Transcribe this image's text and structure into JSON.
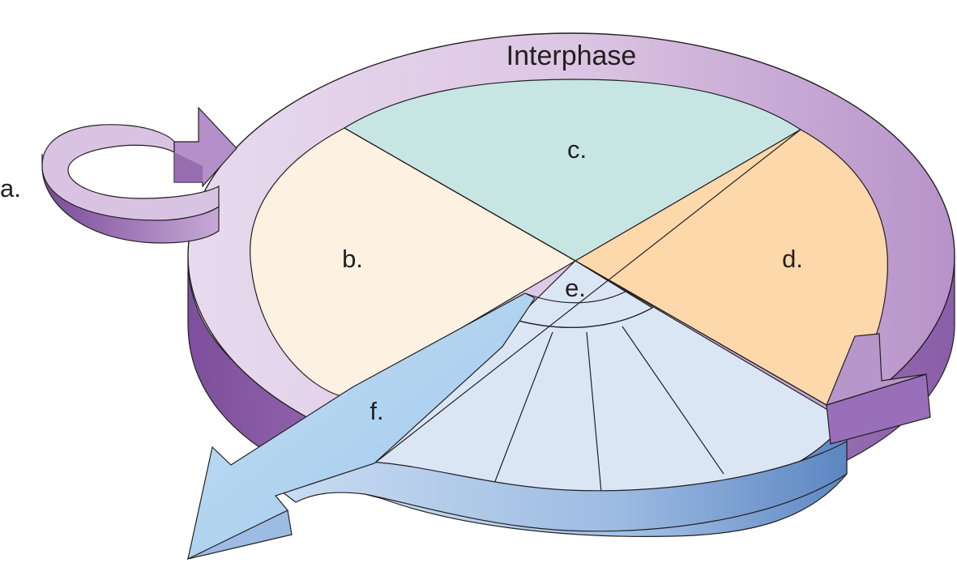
{
  "diagram": {
    "title": "Interphase",
    "labels": {
      "a": "a.",
      "b": "b.",
      "c": "c.",
      "d": "d.",
      "e": "e.",
      "f": "f."
    },
    "colors": {
      "ring_purple_light": "#e4d3ea",
      "ring_purple_mid": "#c3a3d2",
      "ring_purple_dark": "#8a5ea8",
      "sector_b": "#fdf1e2",
      "sector_c": "#c7e6e3",
      "sector_d": "#fdd8aa",
      "sector_e": "#dbe6f5",
      "mitosis_sector": "#dbe6f5",
      "arrow_blue_light": "#b6d6f0",
      "arrow_blue_dark": "#6f95c9",
      "outline": "#231f20"
    }
  }
}
